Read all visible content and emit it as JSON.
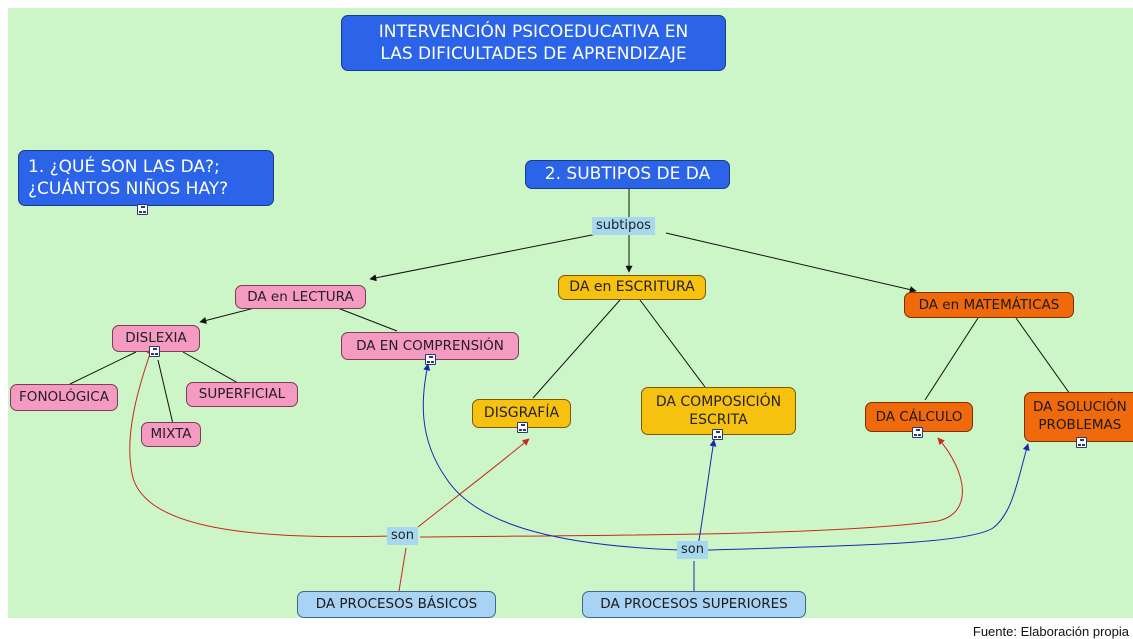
{
  "title_node": "INTERVENCIÓN PSICOEDUCATIVA EN\nLAS DIFICULTADES DE APRENDIZAJE",
  "node_que_son": "1. ¿QUÉ SON LAS DA?;\n¿CUÁNTOS NIÑOS HAY?",
  "node_subtipos": "2. SUBTIPOS DE DA",
  "link_subtipos": "subtipos",
  "node_lectura": "DA en LECTURA",
  "node_escritura": "DA en ESCRITURA",
  "node_matematicas": "DA en MATEMÁTICAS",
  "node_dislexia": "DISLEXIA",
  "node_comprension": "DA EN COMPRENSIÓN",
  "node_fonologica": "FONOLÓGICA",
  "node_superficial": "SUPERFICIAL",
  "node_mixta": "MIXTA",
  "node_disgrafia": "DISGRAFÍA",
  "node_composicion": "DA COMPOSICIÓN\nESCRITA",
  "node_calculo": "DA CÁLCULO",
  "node_solucion": "DA SOLUCIÓN\nPROBLEMAS",
  "link_son_1": "son",
  "link_son_2": "son",
  "node_procesos_basicos": "DA PROCESOS BÁSICOS",
  "node_procesos_superiores": "DA PROCESOS SUPERIORES",
  "footer": "Fuente: Elaboración propia",
  "colors": {
    "background": "#ccf5c8",
    "blue_node": "#2b64e8",
    "pink_node": "#f59ac0",
    "yellow_node": "#f7c20f",
    "orange_node": "#f06a0c",
    "lightblue_node": "#a9d3f5",
    "red_link": "#d9473a",
    "blue_link": "#2536c8"
  }
}
